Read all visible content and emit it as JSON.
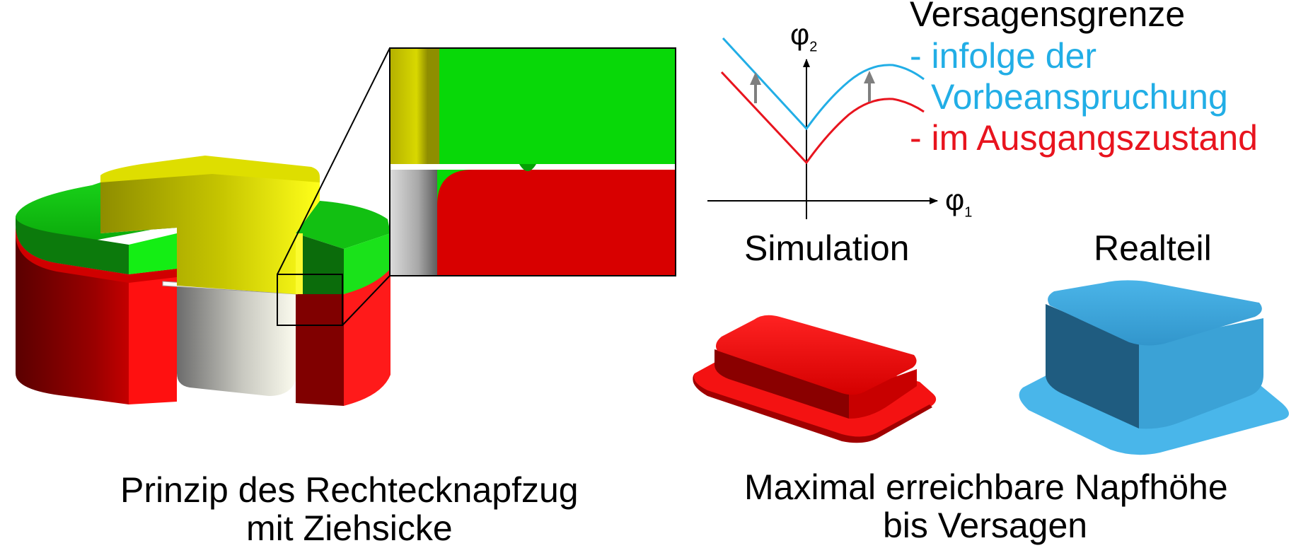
{
  "left_caption": {
    "line1": "Prinzip des Rechtecknapfzug",
    "line2": "mit Ziehsicke"
  },
  "right_caption": {
    "line1": "Maximal erreichbare Napfhöhe",
    "line2": "bis Versagen"
  },
  "legend": {
    "title": "Versagensgrenze",
    "item1_line1": "- infolge der",
    "item1_line2": "Vorbeanspruchung",
    "item2": "- im Ausgangszustand"
  },
  "axes": {
    "y_label": "φ",
    "y_sub": "2",
    "x_label": "φ",
    "x_sub": "1"
  },
  "labels": {
    "simulation": "Simulation",
    "realteil": "Realteil"
  },
  "colors": {
    "red": "#e8141e",
    "blue": "#22aee6",
    "green": "#08d808",
    "yellow": "#ffff1a",
    "steel_blue": "#3ba2d6"
  },
  "icons": [
    "tool-assembly-3d",
    "zoom-box",
    "arrow-up-icon",
    "cup-red-3d",
    "cup-blue-3d"
  ]
}
